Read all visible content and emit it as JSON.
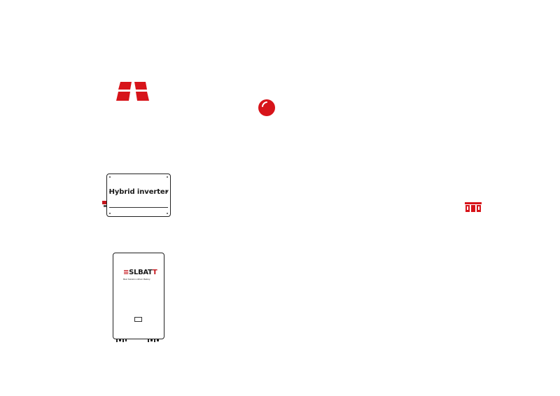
{
  "diagram": {
    "inverter": {
      "label": "Hybrid inverter"
    },
    "battery": {
      "brand_prefix": "S",
      "brand_main": "LBAT",
      "brand_suffix": "T",
      "tagline": "Best Solution Lithium Battery"
    }
  },
  "icons": {
    "solar": "solar-panel-icon",
    "load": "light-bulb-icon",
    "grid": "power-meter-icon"
  },
  "colors": {
    "accent": "#c4161c",
    "outline": "#222222"
  }
}
